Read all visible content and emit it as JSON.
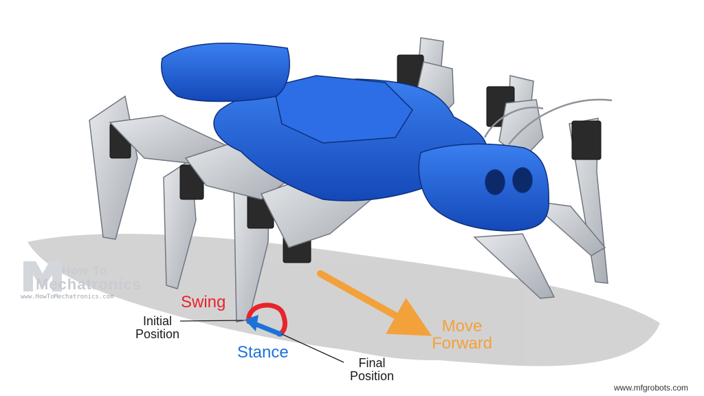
{
  "diagram": {
    "swing_label": "Swing",
    "stance_label": "Stance",
    "initial_position_label": "Initial Position",
    "final_position_label": "Final Position",
    "move_forward_label": "Move Forward"
  },
  "logo": {
    "line1": "How To",
    "line2": "Mechatronics",
    "url": "www.HowToMechatronics.com"
  },
  "watermark": "www.mfgrobots.com",
  "colors": {
    "robot_body": "#1e5fd6",
    "frame_gray": "#cfd3d8",
    "servo": "#2a2a2a",
    "shadow": "#bdbdbd",
    "swing": "#e8242b",
    "stance": "#1b73d8",
    "move_forward": "#f3a13a"
  }
}
